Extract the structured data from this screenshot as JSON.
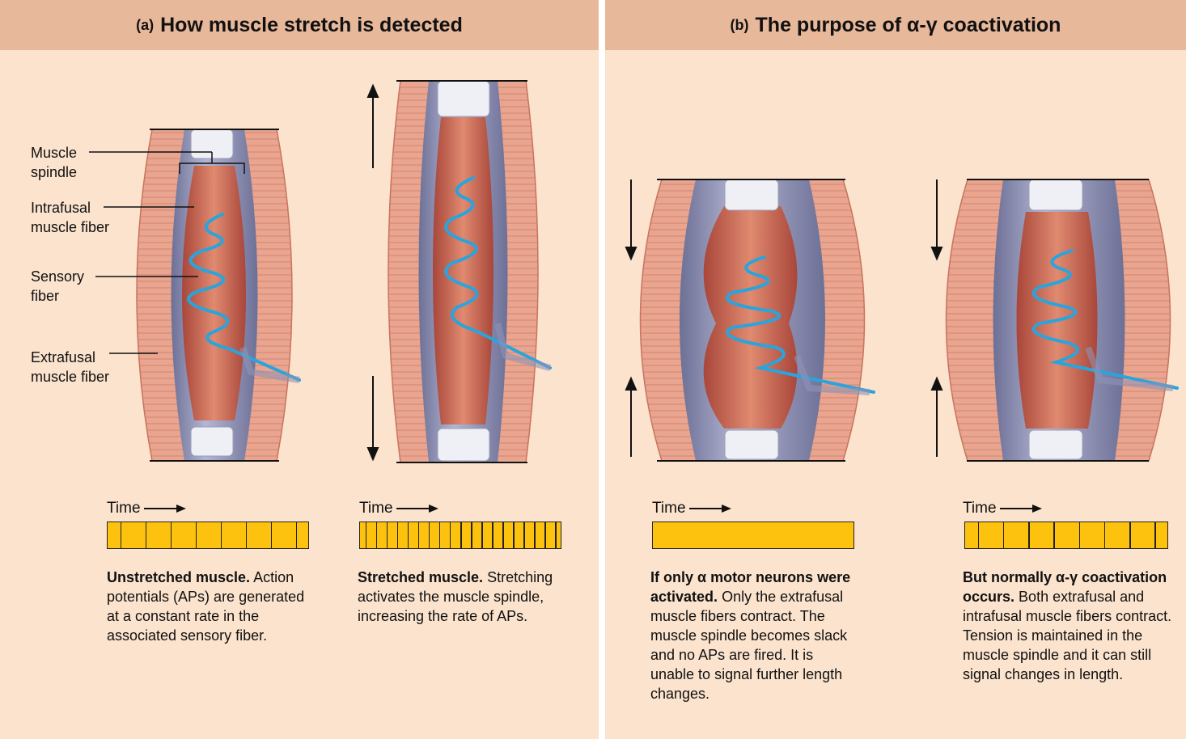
{
  "panel_a": {
    "tag": "(a)",
    "title": "How muscle stretch is detected",
    "labels": [
      {
        "line1": "Muscle",
        "line2": "spindle"
      },
      {
        "line1": "Intrafusal",
        "line2": "muscle fiber"
      },
      {
        "line1": "Sensory",
        "line2": "fiber"
      },
      {
        "line1": "Extrafusal",
        "line2": "muscle fiber"
      }
    ],
    "traces": [
      {
        "time_label": "Time",
        "spike_count": 8,
        "caption_bold": "Unstretched muscle.",
        "caption_text": "Action potentials (APs) are generated at a constant rate in the associated sensory fiber."
      },
      {
        "time_label": "Time",
        "spike_count": 19,
        "caption_bold": "Stretched muscle.",
        "caption_text": "Stretching activates the muscle spindle, increasing the rate of APs."
      }
    ]
  },
  "panel_b": {
    "tag": "(b)",
    "title": "The purpose of α-γ coactivation",
    "traces": [
      {
        "time_label": "Time",
        "spike_count": 0,
        "caption_bold": "If only α motor neurons were activated.",
        "caption_text": "Only the extrafusal muscle fibers contract. The muscle spindle becomes slack and no APs are fired. It is unable to signal further length changes."
      },
      {
        "time_label": "Time",
        "spike_count": 8,
        "caption_bold": "But normally α-γ coactivation occurs.",
        "caption_text": "Both extrafusal and intrafusal muscle fibers contract. Tension is maintained in the muscle spindle and it can still signal changes in length."
      }
    ]
  },
  "colors": {
    "background": "#fbe3cd",
    "header": "#e8b89b",
    "trace": "#fcc20d",
    "muscle": "#e49c86",
    "muscle_dark": "#c25d4c",
    "capsule": "#8f93b6",
    "sensory_fiber": "#2aa4dc"
  }
}
